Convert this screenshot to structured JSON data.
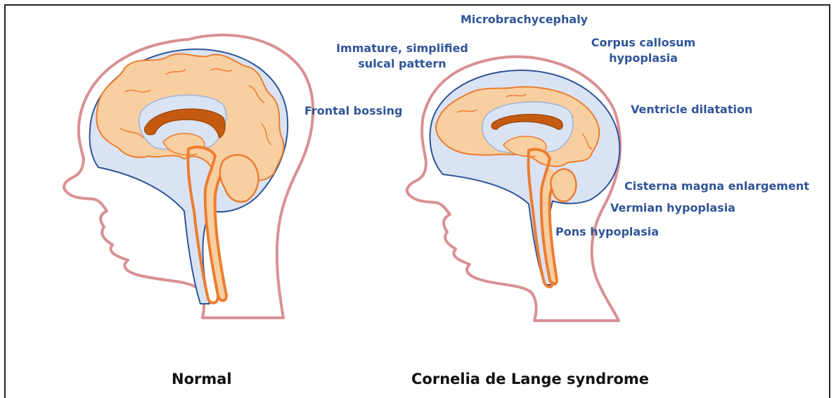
{
  "captions": {
    "left": "Normal",
    "right": "Cornelia de Lange syndrome"
  },
  "annotations": {
    "microbrachycephaly": "Microbrachycephaly",
    "sulcal_line1": "Immature, simplified",
    "sulcal_line2": "sulcal pattern",
    "corpus_line1": "Corpus callosum",
    "corpus_line2": "hypoplasia",
    "frontal_bossing": "Frontal bossing",
    "ventricle_dilatation": "Ventricle dilatation",
    "cisterna_magna": "Cisterna magna enlargement",
    "vermian_hypoplasia": "Vermian hypoplasia",
    "pons_hypoplasia": "Pons hypoplasia"
  },
  "colors": {
    "head_outline": "#d99094",
    "csf_fill": "#dae3f3",
    "csf_outline": "#2f5597",
    "brain_fill": "#f8cfa0",
    "brain_outline": "#ed7d31",
    "corpus_callosum": "#c55a11",
    "label_text": "#2f5597",
    "caption_text": "#111111"
  }
}
